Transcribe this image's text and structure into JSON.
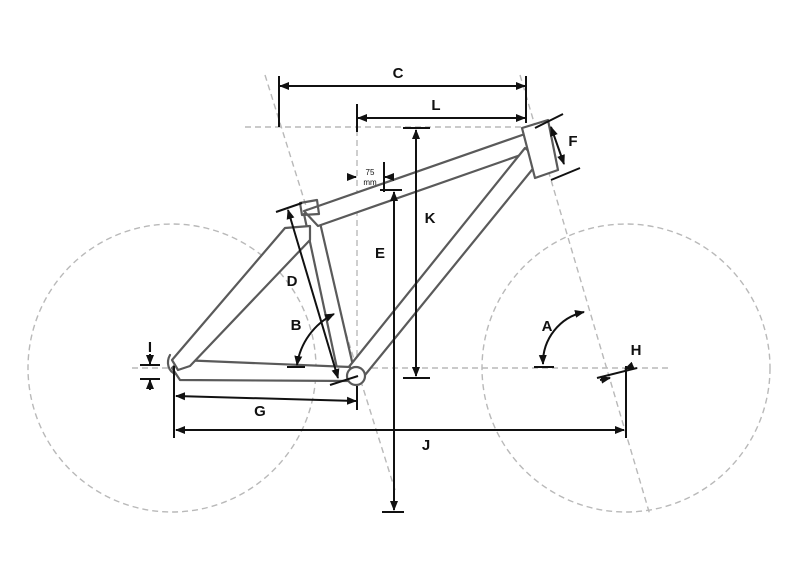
{
  "labels": {
    "a": "A",
    "b": "B",
    "c": "C",
    "d": "D",
    "e": "E",
    "f": "F",
    "g": "G",
    "h": "H",
    "i": "I",
    "j": "J",
    "k": "K",
    "l": "L"
  },
  "offset_note": {
    "value": "75",
    "unit": "mm"
  },
  "colors": {
    "frame": "#5a5a5a",
    "guides": "#b9b9b9",
    "dimensions": "#111111"
  }
}
